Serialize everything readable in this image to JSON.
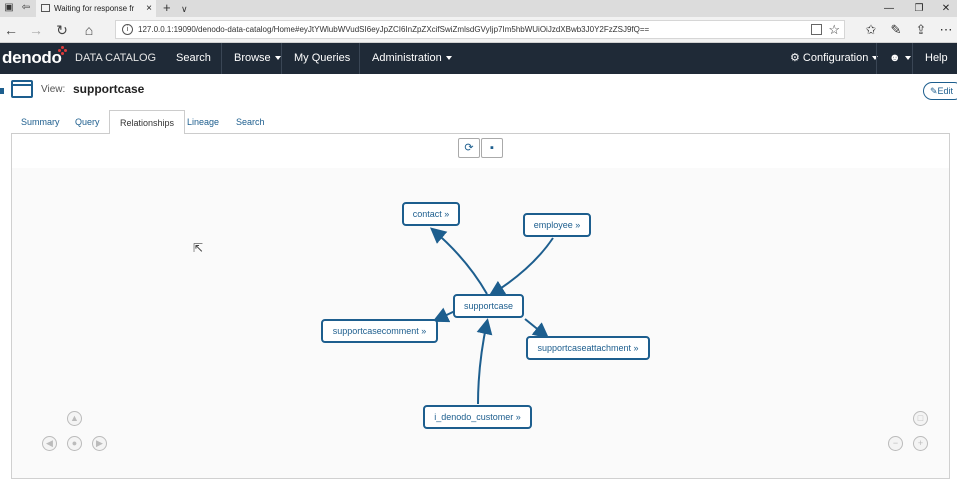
{
  "browser": {
    "tab_title": "Waiting for response fr",
    "tab_close": "×",
    "new_tab": "+",
    "tab_dropdown": "∨",
    "url": "127.0.0.1:19090/denodo-data-catalog/Home#eyJtYWlubWVudSI6eyJpZCI6InZpZXcifSwiZmlsdGVyIjp7Im5hbWUiOiJzdXBwb3J0Y2FzZSJ9fQ==",
    "info_icon": "i",
    "star_icon": "☆"
  },
  "app": {
    "logo": "denodo",
    "product": "DATA CATALOG",
    "menu": {
      "search": "Search",
      "browse": "Browse",
      "queries": "My Queries",
      "admin": "Administration",
      "configuration": "Configuration",
      "user": "",
      "help": "Help"
    }
  },
  "view": {
    "label": "View:",
    "name": "supportcase",
    "edit": "Edit"
  },
  "tabs": {
    "summary": "Summary",
    "query": "Query",
    "relationships": "Relationships",
    "lineage": "Lineage",
    "search": "Search"
  },
  "toolbar": {
    "refresh_icon": "refresh-icon",
    "save_icon": "save-icon"
  },
  "graph": {
    "center": "supportcase",
    "nodes": {
      "contact": "contact »",
      "employee": "employee »",
      "comment": "supportcasecomment »",
      "attachment": "supportcaseattachment »",
      "customer": "i_denodo_customer »"
    }
  },
  "colors": {
    "nav_bg": "#1f2a37",
    "accent": "#1d5e8e",
    "logo_dot": "#e13b3b"
  }
}
